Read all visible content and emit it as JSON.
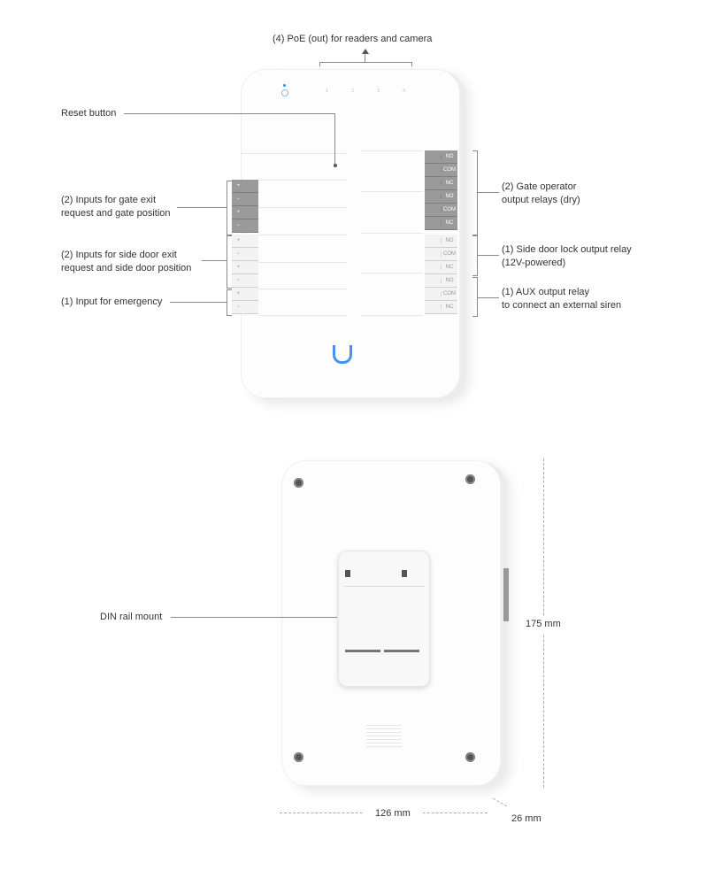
{
  "callouts": {
    "poe": "(4) PoE (out) for readers and camera",
    "reset": "Reset button",
    "gate_inputs": [
      "(2) Inputs for gate exit",
      "request and gate position"
    ],
    "side_inputs": [
      "(2) Inputs for side door exit",
      "request and side door position"
    ],
    "emergency": "(1) Input for emergency",
    "gate_relays": [
      "(2) Gate operator",
      "output relays (dry)"
    ],
    "side_relay": [
      "(1) Side door lock output relay",
      "(12V-powered)"
    ],
    "aux_relay": [
      "(1) AUX output relay",
      "to connect an external siren"
    ],
    "din": "DIN rail mount"
  },
  "dimensions": {
    "height": "175 mm",
    "width": "126 mm",
    "depth": "26 mm"
  },
  "device": {
    "left_terminals": [
      "+",
      "−",
      "+",
      "−",
      "+",
      "−",
      "+",
      "−",
      "+",
      "−"
    ],
    "right_terminals": [
      "NO",
      "COM",
      "NC",
      "NO",
      "COM",
      "NC",
      "NO",
      "COM",
      "NC",
      "NO",
      "COM",
      "NC"
    ],
    "logo": "U",
    "led_color": "#2a8cff",
    "relay_color": "#9a9a9a"
  }
}
